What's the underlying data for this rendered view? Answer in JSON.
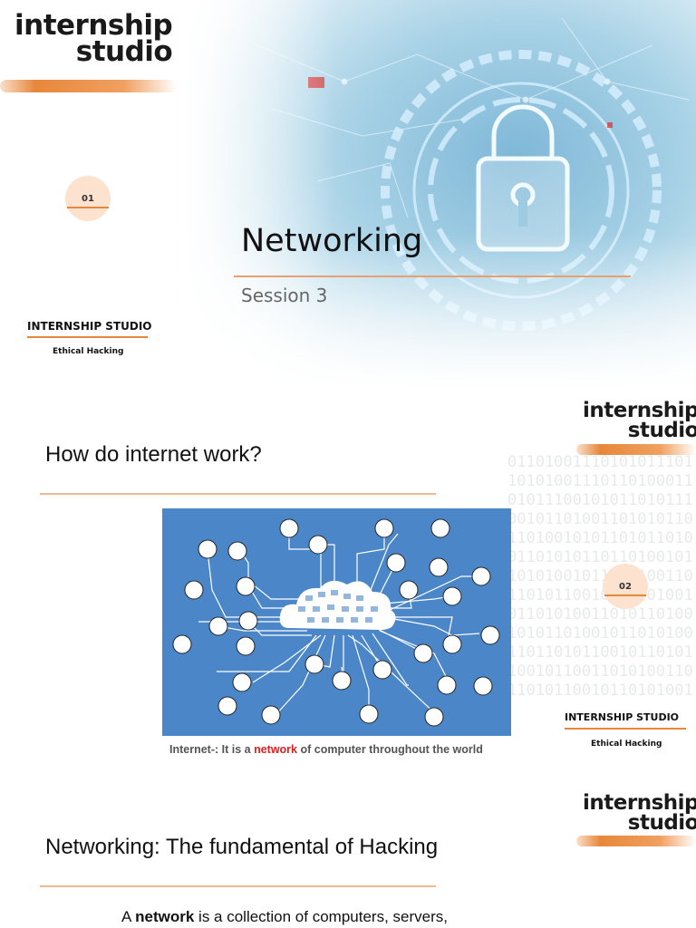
{
  "brand": {
    "line1": "internship",
    "line2": "studio"
  },
  "slide1": {
    "number": "01",
    "title": "Networking",
    "subtitle": "Session 3",
    "org_name": "INTERNSHIP STUDIO",
    "course": "Ethical Hacking"
  },
  "slide2": {
    "heading": "How do internet work?",
    "number": "02",
    "org_name": "INTERNSHIP STUDIO",
    "course": "Ethical Hacking",
    "caption_prefix": "Internet-: It is a ",
    "caption_highlight": "network",
    "caption_suffix": " of computer throughout the world",
    "binary_text": "01101001110101011101101010011101101000110101110010101101011100101101001101010110110100101011010110100110101011011010010110101001011010100110110101100101101010010110101001101011010010101101001011010100110110101100101101011001011001101010011011010110010110101001"
  },
  "slide3": {
    "heading": "Networking: The fundamental of Hacking",
    "body_prefix": "A ",
    "body_bold": "network",
    "body_suffix": " is a collection of computers, servers,"
  },
  "colors": {
    "accent": "#e8873a",
    "image_blue": "#4a86c8",
    "highlight_red": "#e02020"
  },
  "icons": [
    "padlock-icon",
    "cloud-icon",
    "device-icons"
  ]
}
